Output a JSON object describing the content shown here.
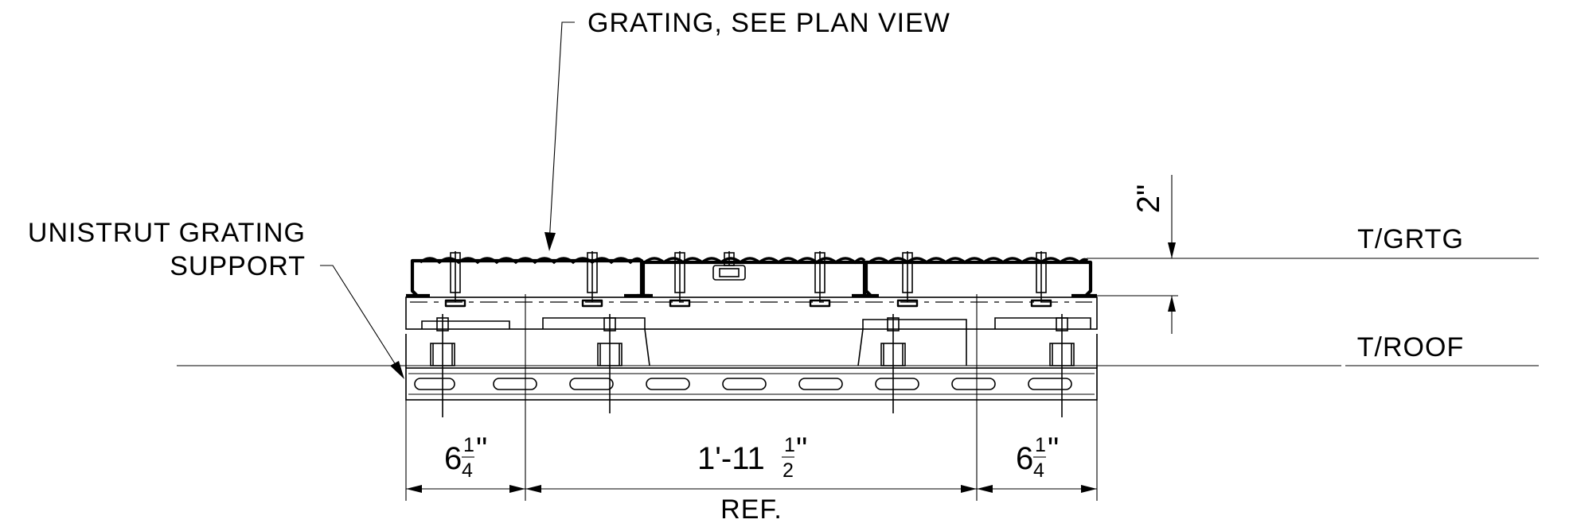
{
  "labels": {
    "grating_callout": "GRATING, SEE PLAN VIEW",
    "support_line1": "UNISTRUT GRATING",
    "support_line2": "SUPPORT",
    "top_of_grating": "T/GRTG",
    "top_of_roof": "T/ROOF",
    "reference": "REF."
  },
  "dimensions": {
    "height": "2\"",
    "left_whole": "6",
    "left_num": "1",
    "left_den": "4",
    "left_unit": "\"",
    "center_whole": "1'-11",
    "center_num": "1",
    "center_den": "2",
    "center_unit": "\"",
    "right_whole": "6",
    "right_num": "1",
    "right_den": "4",
    "right_unit": "\""
  }
}
